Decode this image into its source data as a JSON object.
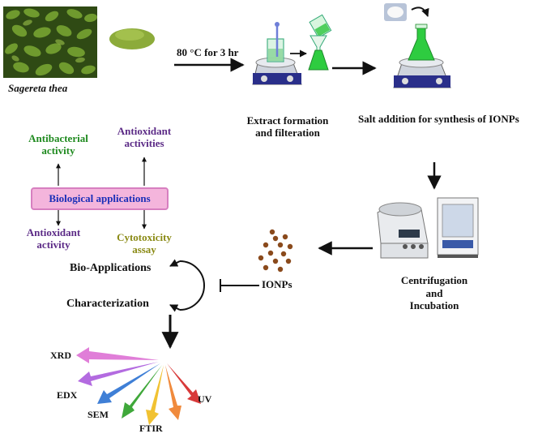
{
  "top": {
    "plant_name": "Sagereta thea",
    "heat_label": "80 °C for 3 hr",
    "extract_label_1": "Extract formation",
    "extract_label_2": "and filteration",
    "salt_label": "Salt addition for synthesis of IONPs"
  },
  "mid": {
    "centrifugation_1": "Centrifugation",
    "centrifugation_2": "and",
    "centrifugation_3": "Incubation",
    "ionps": "IONPs",
    "bio_applications": "Bio-Applications",
    "characterization": "Characterization"
  },
  "bio": {
    "box": "Biological applications",
    "antibacterial_1": "Antibacterial",
    "antibacterial_2": "activity",
    "antioxidant_top_1": "Antioxidant",
    "antioxidant_top_2": "activities",
    "antioxidant_bottom_1": "Antioxidant",
    "antioxidant_bottom_2": "activity",
    "cytotoxicity_1": "Cytotoxicity",
    "cytotoxicity_2": "assay"
  },
  "techniques": [
    "XRD",
    "EDX",
    "SEM",
    "FTIR",
    "UV"
  ],
  "colors": {
    "xrd": "#e07ed8",
    "edx": "#b36be0",
    "sem": "#3f7fd6",
    "ftir_green": "#3fa83a",
    "ftir_yellow": "#f1c232",
    "uv_orange": "#f08a3c",
    "uv_red": "#d83a3a",
    "powder": "#8cab3a",
    "nanoparticles": "#8a4a1c",
    "solution_green": "#2ecc40"
  }
}
